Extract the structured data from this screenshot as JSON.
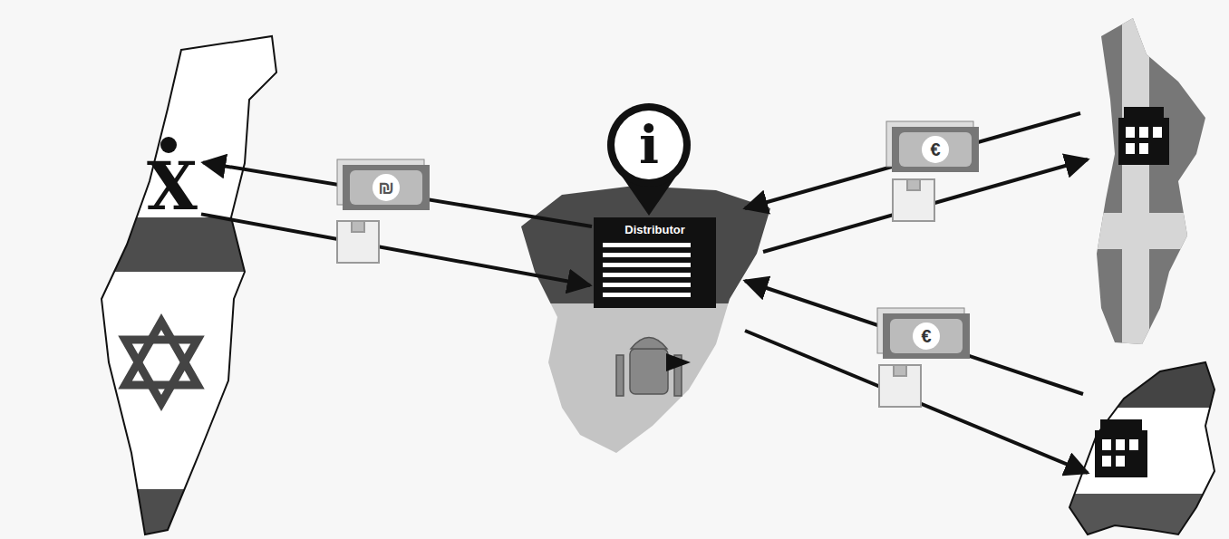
{
  "diagram": {
    "nodes": [
      {
        "text": [
          "X"
        ]
      },
      {
        "text": [
          "Distributor"
        ]
      }
    ],
    "edges": [
      {
        "from": 1,
        "to": 0,
        "arrow": "to"
      },
      {
        "from": 0,
        "to": 1,
        "arrow": "to"
      }
    ],
    "labels": [
      "i",
      "₪",
      "€",
      "€"
    ]
  }
}
